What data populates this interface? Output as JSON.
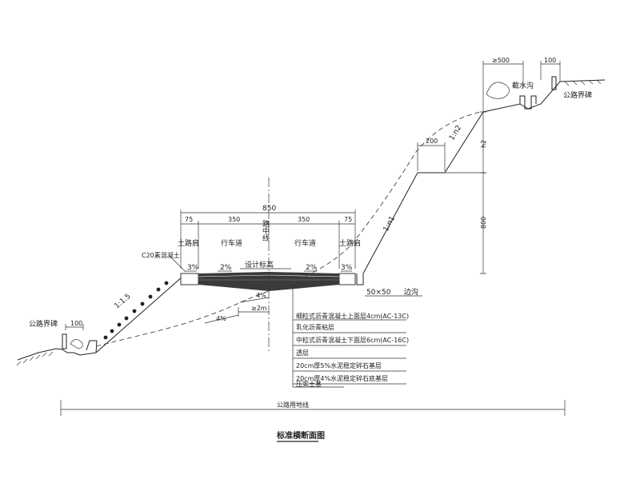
{
  "drawing_title": "标准横断面图",
  "road_width_total": "850",
  "segments": [
    "75",
    "350",
    "350",
    "75"
  ],
  "labels": {
    "left_shoulder": "土路肩",
    "left_lane": "行车道",
    "right_lane": "行车道",
    "right_shoulder": "土路肩",
    "centerline": "路中线",
    "design_elevation": "设计标高",
    "curb": "C20素混凝土",
    "left_slope_ratio": "1:1.5",
    "right_slope_ratio": "1:n1",
    "upper_slope_ratio": "1:n2",
    "ditch": "边沟",
    "ditch_size": "50×50",
    "intercept_ditch": "截水沟",
    "boundary_left": "公路界碑",
    "boundary_right": "公路界碑",
    "land_line": "公路用地线"
  },
  "dims": {
    "top_500": "≥500",
    "top_100": "100",
    "berm_200": "200",
    "h2": "h2",
    "h800": "800",
    "left_100": "100",
    "min_2m": "≥2m"
  },
  "slopes": {
    "left": "3%",
    "lane_left": "2%",
    "lane_right": "2%",
    "right": "3%",
    "sub1": "4%",
    "sub2": "4%"
  },
  "layers": [
    "细粒式沥青混凝土上面层4cm(AC-13C)",
    "乳化沥青粘层",
    "中粒式沥青混凝土下面层6cm(AC-16C)",
    "透层",
    "20cm厚5%水泥稳定碎石基层",
    "20cm厚4%水泥稳定碎石底基层",
    "压实土基"
  ]
}
